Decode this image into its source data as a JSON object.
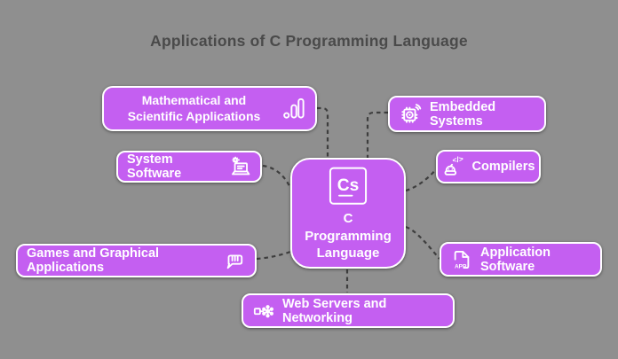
{
  "title": "Applications of C Programming Language",
  "colors": {
    "background": "#8f8f8f",
    "node_fill": "#c45ff1",
    "node_border": "#ffffff",
    "node_text": "#ffffff",
    "connector": "#3e3e3e",
    "title_text": "#4a4a4a"
  },
  "center": {
    "badge": "Cs",
    "label": "C Programming Language",
    "label_lines": [
      "C",
      "Programming",
      "Language"
    ],
    "icon": "element-symbol-icon"
  },
  "nodes": [
    {
      "label": "Mathematical and Scientific Applications",
      "icon": "bar-chart-icon",
      "side": "left"
    },
    {
      "label": "System Software",
      "icon": "laptop-gear-icon",
      "side": "left"
    },
    {
      "label": "Games and Graphical Applications",
      "icon": "fist-icon",
      "side": "left"
    },
    {
      "label": "Embedded Systems",
      "icon": "microchip-icon",
      "side": "right"
    },
    {
      "label": "Compilers",
      "icon": "robot-code-icon",
      "side": "right"
    },
    {
      "label": "Application Software",
      "icon": "app-file-icon",
      "side": "right"
    },
    {
      "label": "Web Servers and Networking",
      "icon": "network-icon",
      "side": "bottom"
    }
  ],
  "icon_text": {
    "code_glyph": "</>",
    "app_label": "APP"
  }
}
